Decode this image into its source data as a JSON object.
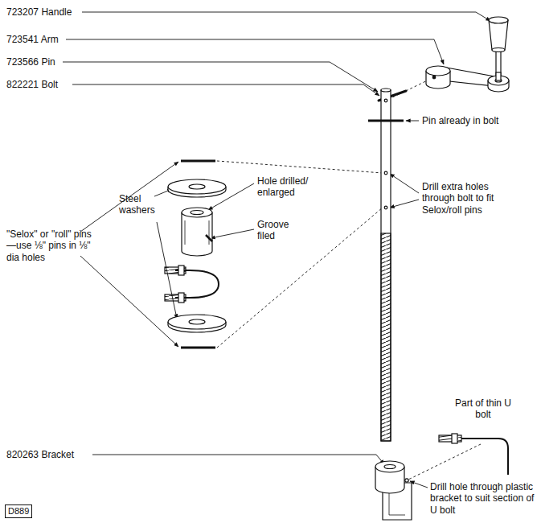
{
  "diagram": {
    "nodes": [
      {
        "text": [
          "D889"
        ]
      }
    ],
    "labels": [
      "723207 Handle",
      "723541 Arm",
      "723566 Pin",
      "822221 Bolt",
      "Pin already in bolt",
      "Drill extra holes through bolt to fit Selox/roll pins",
      "Hole drilled/ enlarged",
      "Groove filed",
      "Steel washers",
      "\"Selox\" or \"roll\" pins —use ⅛\" pins in ⅛\" dia holes",
      "Part of thin U bolt",
      "820263 Bracket",
      "Drill hole through plastic bracket to suit section of U bolt"
    ]
  }
}
